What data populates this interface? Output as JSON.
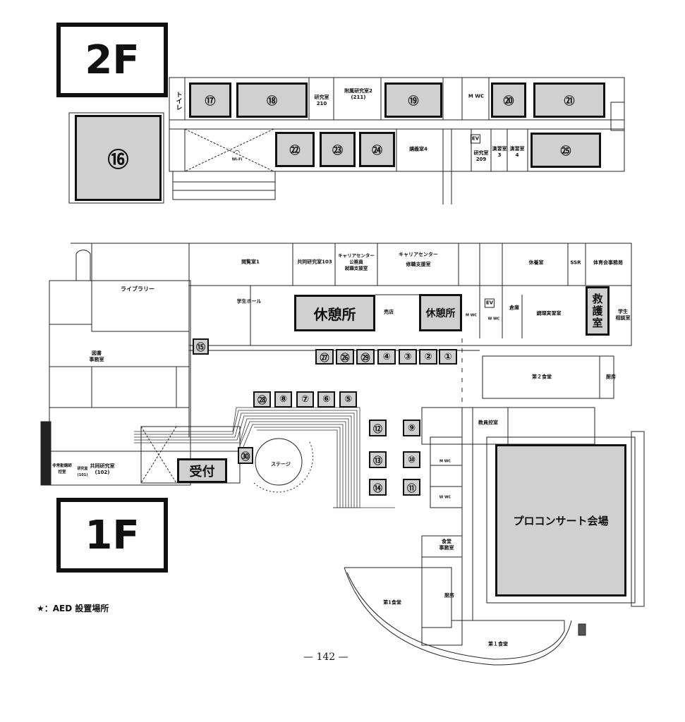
{
  "floors": {
    "second": "2F",
    "first": "1F"
  },
  "booths_2f": [
    {
      "id": "16",
      "label": "⑯"
    },
    {
      "id": "17",
      "label": "⑰"
    },
    {
      "id": "18",
      "label": "⑱"
    },
    {
      "id": "19",
      "label": "⑲"
    },
    {
      "id": "20",
      "label": "⑳"
    },
    {
      "id": "21",
      "label": "㉑"
    },
    {
      "id": "22",
      "label": "㉒"
    },
    {
      "id": "23",
      "label": "㉓"
    },
    {
      "id": "24",
      "label": "㉔"
    },
    {
      "id": "25",
      "label": "㉕"
    }
  ],
  "rooms_2f": {
    "lab210": "研究室\n210",
    "annex_lab": "附属研究室2\n(211)",
    "wc": "M WC",
    "lecture4": "講義室4",
    "ev": "EV",
    "lab209": "研究室\n209",
    "seminar3": "演習室\n3",
    "seminar4": "演習室\n4",
    "toilet": "トイレ",
    "wifi": "Wi-Fi"
  },
  "rooms_1f": {
    "reading1": "閲覧室1",
    "joint103": "共同研究室103",
    "career_civil": "キャリアセンター\n公務員\n就職支援室",
    "career_support": "キャリアセンター\n修職支援室",
    "rest_room": "休養室",
    "ssr": "SSR",
    "athletic_office": "体育会事務局",
    "library": "ライブラリー",
    "student_hall": "学生ホール",
    "shop": "売店",
    "ev": "EV",
    "storage": "倉庫",
    "cooking": "調理実習室",
    "counseling": "学生\n相談室",
    "mwc": "M WC",
    "wwc": "W WC",
    "library_office": "図書\n事務室",
    "cafeteria2": "第２食堂",
    "kitchen2": "厨房",
    "stage": "ステージ",
    "faculty_wait": "教員控室",
    "cafeteria_office": "食堂\n事務室",
    "kitchen1": "厨房",
    "cafeteria1a": "第1食堂",
    "cafeteria1b": "第１食堂",
    "joint102": "共同研究室\n(102)",
    "parttime": "非常勤講師\n控室",
    "room101": "研究室\n(101)"
  },
  "zones_1f": {
    "rest_a": "休憩所",
    "rest_b": "休憩所",
    "first_aid": "救護室",
    "reception": "受付",
    "concert_hall": "プロコンサート会場"
  },
  "booths_1f": [
    {
      "id": "1",
      "label": "①"
    },
    {
      "id": "2",
      "label": "②"
    },
    {
      "id": "3",
      "label": "③"
    },
    {
      "id": "4",
      "label": "④"
    },
    {
      "id": "5",
      "label": "⑤"
    },
    {
      "id": "6",
      "label": "⑥"
    },
    {
      "id": "7",
      "label": "⑦"
    },
    {
      "id": "8",
      "label": "⑧"
    },
    {
      "id": "9",
      "label": "⑨"
    },
    {
      "id": "10",
      "label": "⑩"
    },
    {
      "id": "11",
      "label": "⑪"
    },
    {
      "id": "12",
      "label": "⑫"
    },
    {
      "id": "13",
      "label": "⑬"
    },
    {
      "id": "14",
      "label": "⑭"
    },
    {
      "id": "15",
      "label": "⑮"
    },
    {
      "id": "26",
      "label": "㉖"
    },
    {
      "id": "27",
      "label": "㉗"
    },
    {
      "id": "28",
      "label": "㉘"
    },
    {
      "id": "29",
      "label": "㉙"
    },
    {
      "id": "30",
      "label": "㉚"
    }
  ],
  "legend": {
    "aed": "★：AED 設置場所"
  },
  "page_number": "— 142 —"
}
